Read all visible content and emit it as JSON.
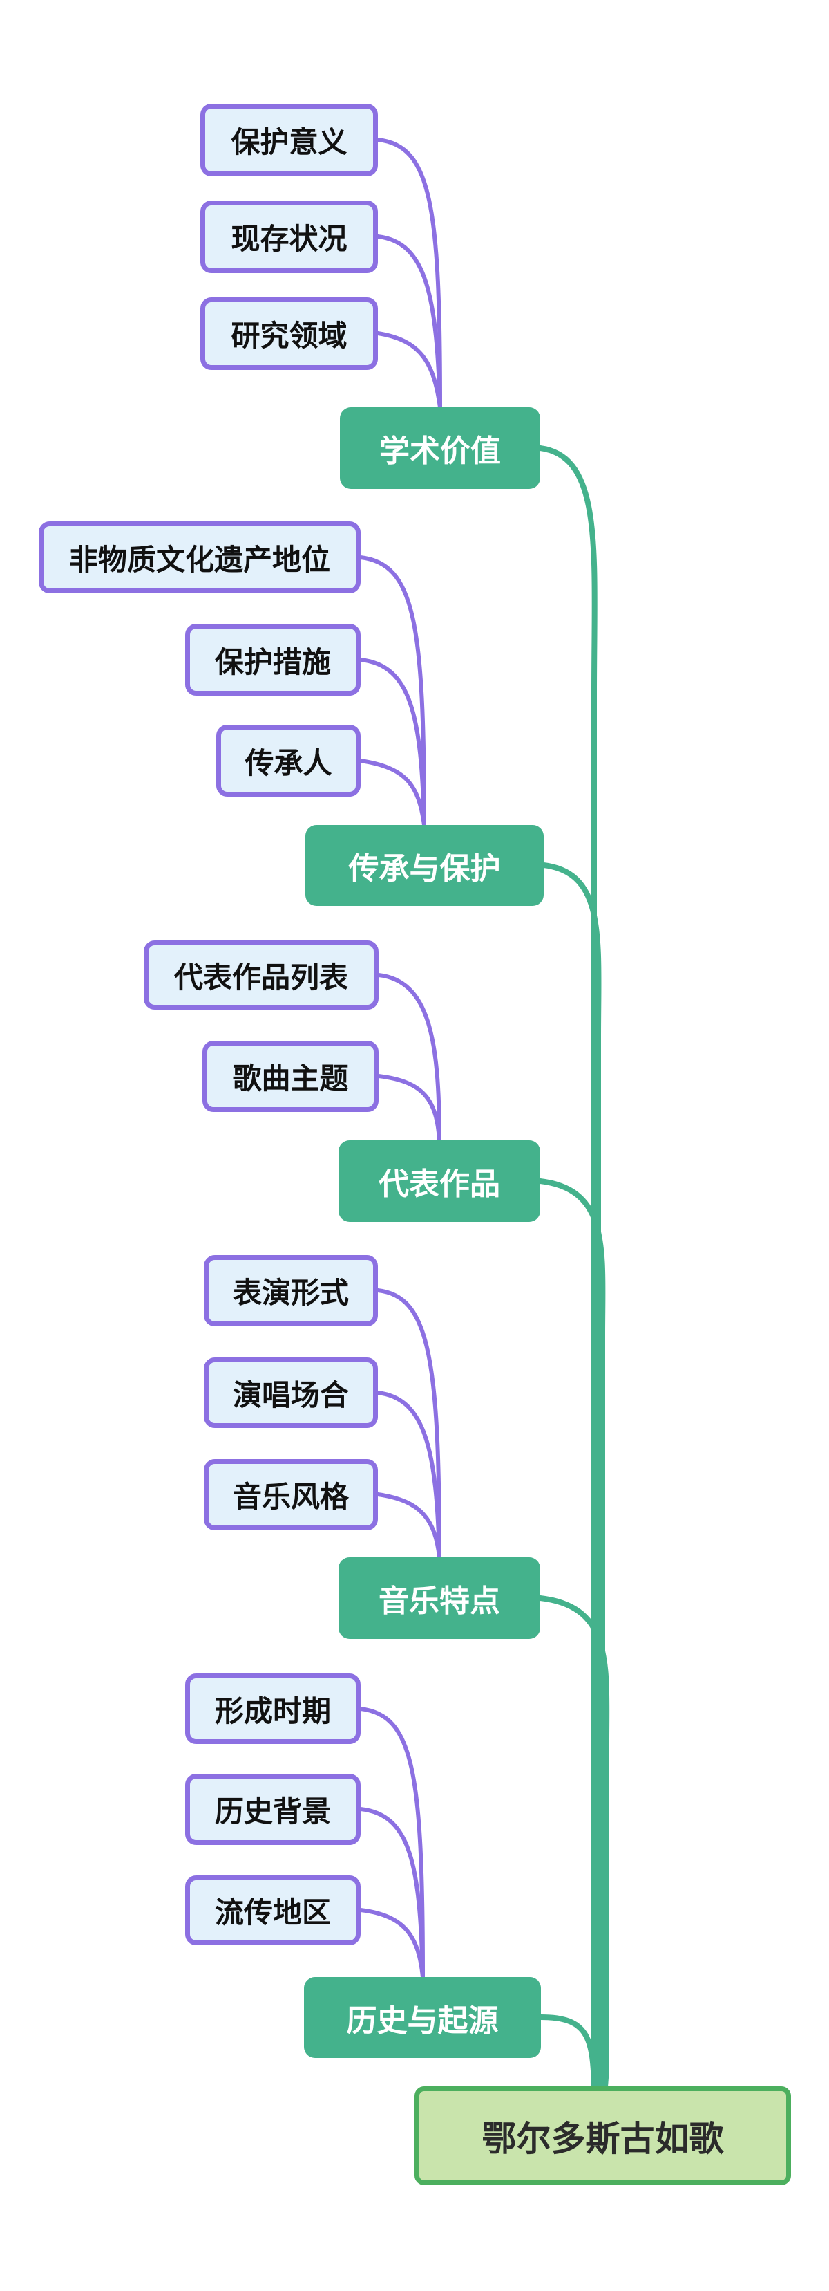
{
  "colors": {
    "page-bg": "#ffffff",
    "child-fill": "#e3f1fb",
    "child-border": "#8c70e2",
    "child-text": "#111111",
    "branch-fill": "#44b28c",
    "branch-text": "#ffffff",
    "root-fill": "#c9e4ac",
    "root-border": "#4caf5e",
    "root-text": "#2b2b2b",
    "link-child": "#8c70e2",
    "link-branch": "#44b28c"
  },
  "mindmap": {
    "root": {
      "label": "鄂尔多斯古如歌"
    },
    "branches": [
      {
        "label": "学术价值",
        "children": [
          {
            "label": "保护意义"
          },
          {
            "label": "现存状况"
          },
          {
            "label": "研究领域"
          }
        ]
      },
      {
        "label": "传承与保护",
        "children": [
          {
            "label": "非物质文化遗产地位"
          },
          {
            "label": "保护措施"
          },
          {
            "label": "传承人"
          }
        ]
      },
      {
        "label": "代表作品",
        "children": [
          {
            "label": "代表作品列表"
          },
          {
            "label": "歌曲主题"
          }
        ]
      },
      {
        "label": "音乐特点",
        "children": [
          {
            "label": "表演形式"
          },
          {
            "label": "演唱场合"
          },
          {
            "label": "音乐风格"
          }
        ]
      },
      {
        "label": "历史与起源",
        "children": [
          {
            "label": "形成时期"
          },
          {
            "label": "历史背景"
          },
          {
            "label": "流传地区"
          }
        ]
      }
    ]
  }
}
